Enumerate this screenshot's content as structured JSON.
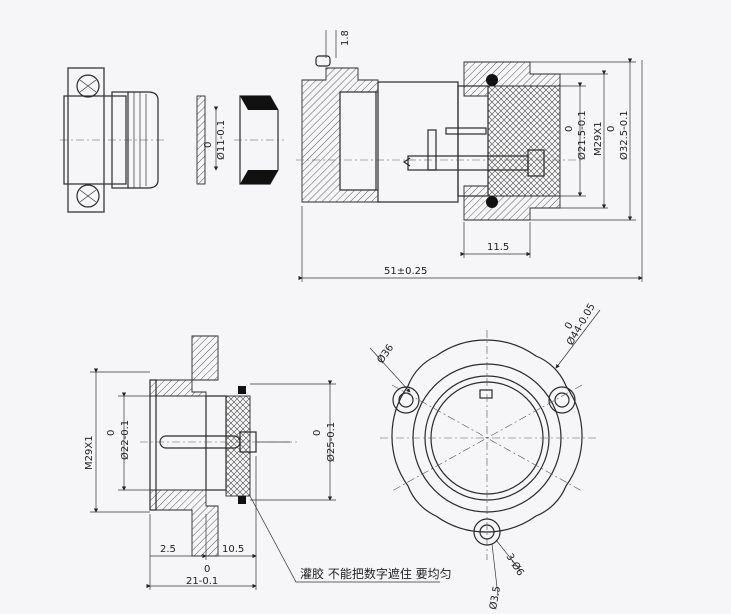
{
  "dimensions": {
    "d18": "1.8",
    "d11": "Ø11-0.1",
    "d11_tol": "0",
    "d21_5": "Ø21.5-0.1",
    "d21_5_tol": "0",
    "m29_top": "M29X1",
    "d32_5": "Ø32.5-0.1",
    "d32_5_tol": "0",
    "d11_5": "11.5",
    "d51": "51±0.25",
    "m29_bottom": "M29X1",
    "d22": "Ø22-0.1",
    "d22_tol": "0",
    "d25": "Ø25-0.1",
    "d25_tol": "0",
    "d2_5": "2.5",
    "d10_5": "10.5",
    "d21": "21-0.1",
    "d21_tol": "0",
    "d36": "Ø36",
    "d44": "Ø44-0.05",
    "d44_tol": "0",
    "d3_6": "3-Ø6",
    "d3_5": "Ø3.5"
  },
  "note": "灌胶 不能把数字遮住 要均匀"
}
